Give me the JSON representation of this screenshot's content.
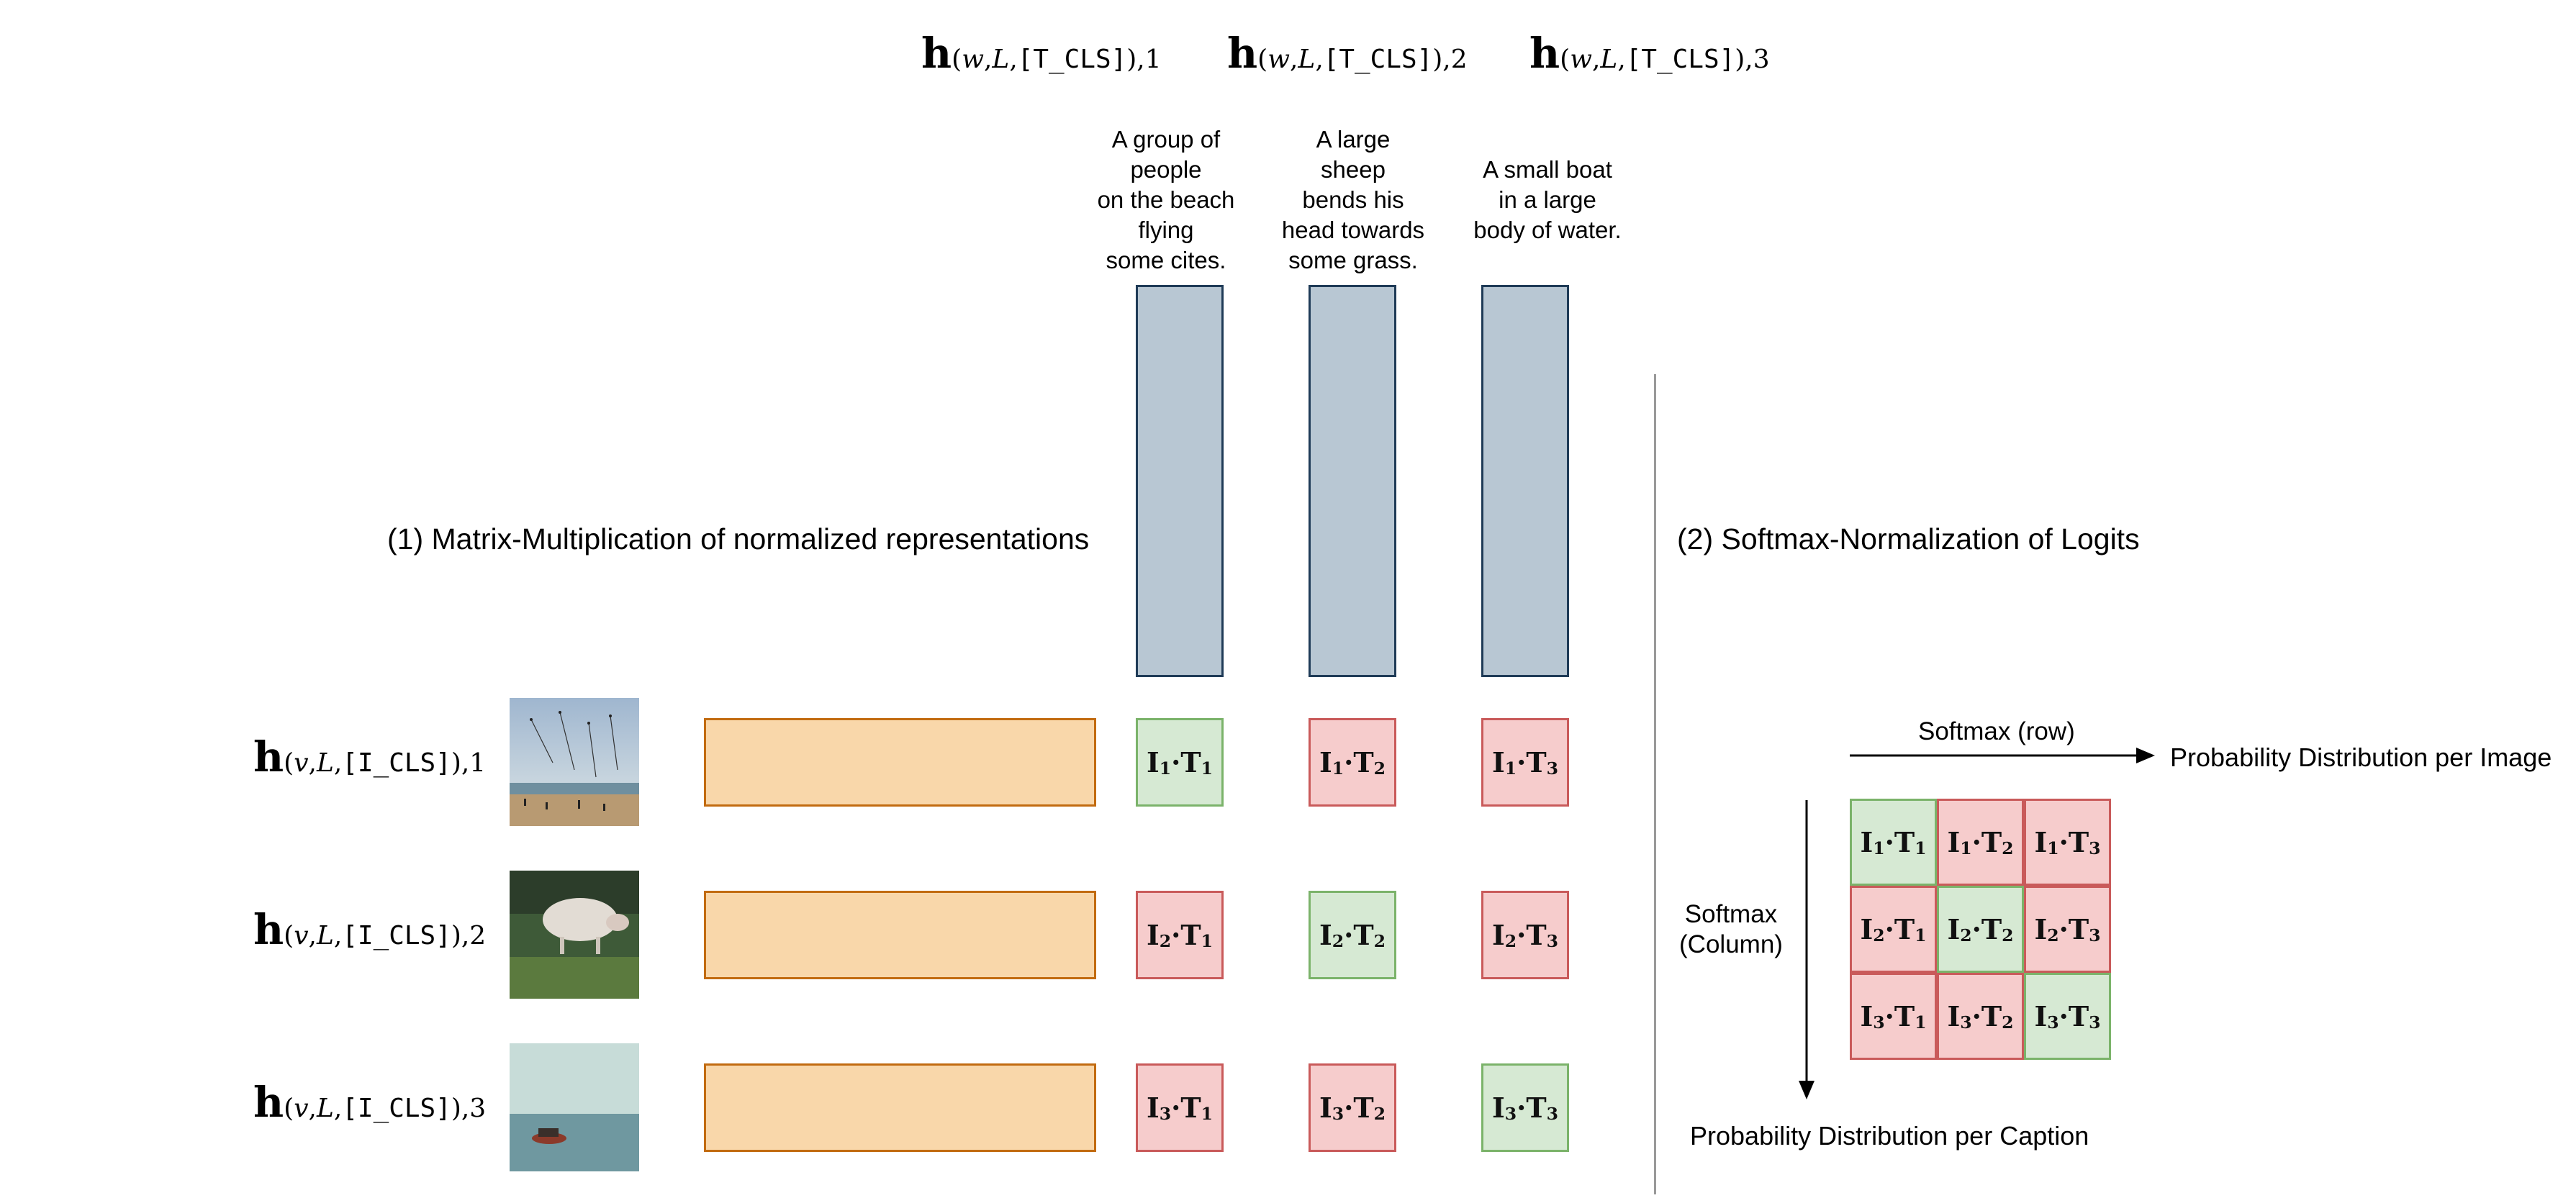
{
  "text_embeddings": [
    {
      "idx": "1",
      "caption": [
        "A group of",
        "people",
        "on the beach",
        "flying",
        "some cites."
      ]
    },
    {
      "idx": "2",
      "caption": [
        "A large",
        "sheep",
        "bends his",
        "head towards",
        "some grass."
      ]
    },
    {
      "idx": "3",
      "caption": [
        "A small boat",
        "in a large",
        "body of water."
      ]
    }
  ],
  "image_embeddings": [
    {
      "idx": "1",
      "image": "beach-kites-photo"
    },
    {
      "idx": "2",
      "image": "sheep-grass-photo"
    },
    {
      "idx": "3",
      "image": "boat-water-photo"
    }
  ],
  "notation": {
    "h": "h",
    "text_sub_prefix_var": "w",
    "image_sub_prefix_var": "v",
    "layer": "L",
    "text_token": "[T_CLS]",
    "image_token": "[I_CLS]"
  },
  "section1_title": "(1) Matrix-Multiplication of normalized representations",
  "section2_title": "(2) Softmax-Normalization of Logits",
  "softmax_row_label": "Softmax (row)",
  "softmax_col_label": [
    "Softmax",
    "(Column)"
  ],
  "prob_per_image": "Probability Distribution per Image",
  "prob_per_caption": "Probability Distribution per Caption",
  "products": {
    "I": "I",
    "T": "T",
    "dot": "·",
    "rows": [
      [
        "1",
        "2",
        "3"
      ],
      [
        "1",
        "2",
        "3"
      ],
      [
        "1",
        "2",
        "3"
      ]
    ]
  },
  "colors": {
    "positive_fill": "#d6e9d3",
    "positive_border": "#7bb36a",
    "negative_fill": "#f6cccc",
    "negative_border": "#c95a5a",
    "text_vector_fill": "#b8c7d3",
    "image_vector_fill": "#f9d7aa"
  }
}
